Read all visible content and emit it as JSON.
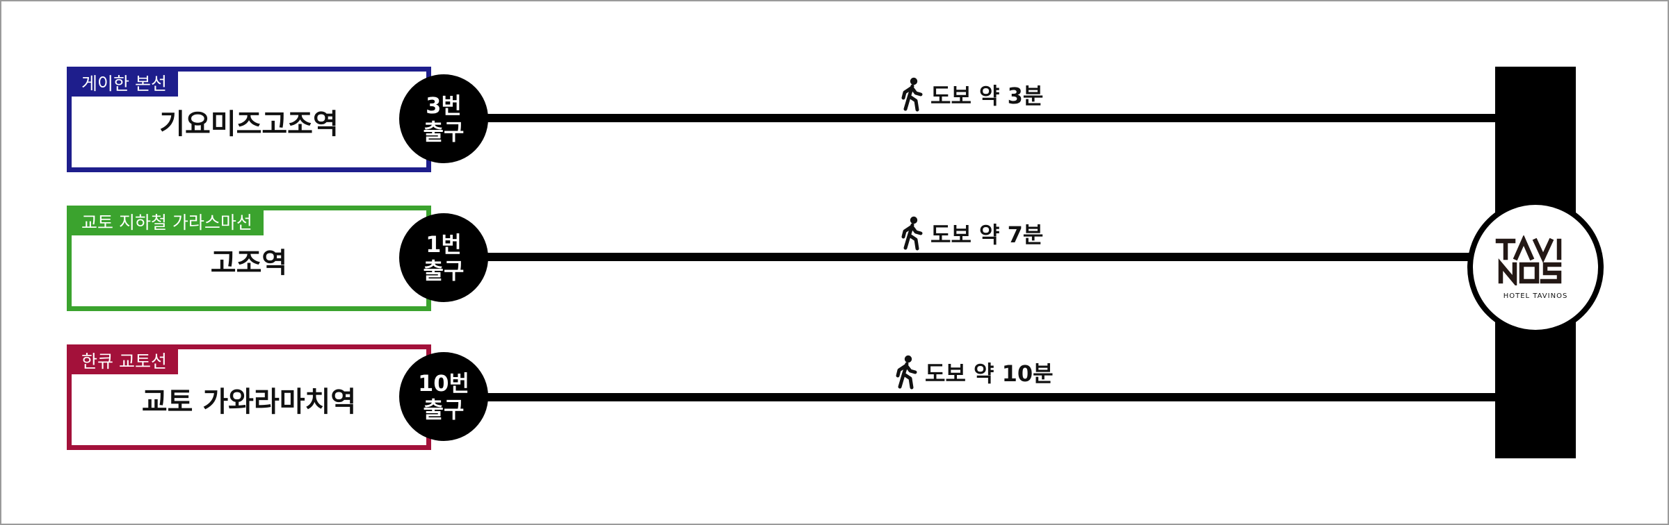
{
  "colors": {
    "keihan": "#1e1e8c",
    "karasuma": "#3ba32e",
    "hankyu": "#a3113a",
    "black": "#000000"
  },
  "routes": [
    {
      "line_name": "게이한 본선",
      "station_name": "기요미즈고조역",
      "exit_number": "3번",
      "exit_word": "출구",
      "walk_time": "도보 약 3분",
      "icon": "walking-person-icon"
    },
    {
      "line_name": "교토 지하철 가라스마선",
      "station_name": "고조역",
      "exit_number": "1번",
      "exit_word": "출구",
      "walk_time": "도보 약 7분",
      "icon": "walking-person-icon"
    },
    {
      "line_name": "한큐 교토선",
      "station_name": "교토 가와라마치역",
      "exit_number": "10번",
      "exit_word": "출구",
      "walk_time": "도보 약 10분",
      "icon": "walking-person-icon"
    }
  ],
  "hotel": {
    "logo_icon": "tavinos-logo",
    "logo_text": "TAVINOS",
    "subtitle": "HOTEL TAVINOS"
  }
}
